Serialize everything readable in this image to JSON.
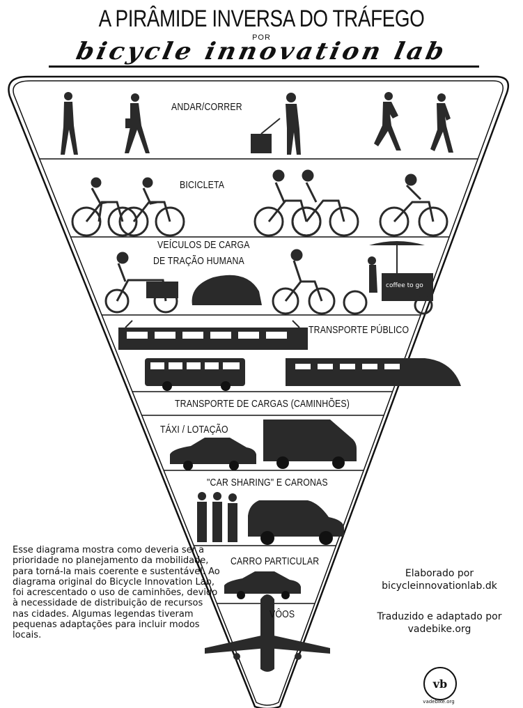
{
  "header": {
    "title": "A PIRÂMIDE INVERSA DO TRÁFEGO",
    "by": "POR",
    "brand": "bicycle innovation lab"
  },
  "bands": [
    {
      "label": "ANDAR/CORRER"
    },
    {
      "label": "BICICLETA"
    },
    {
      "label_line1": "VEÍCULOS DE CARGA",
      "label_line2": "DE TRAÇÃO HUMANA",
      "sign_text": "coffee to go"
    },
    {
      "label": "TRANSPORTE PÚBLICO"
    },
    {
      "label": "TRANSPORTE DE CARGAS (CAMINHÕES)"
    },
    {
      "label": "TÁXI / LOTAÇÃO"
    },
    {
      "label": "\"CAR SHARING\" E CARONAS"
    },
    {
      "label": "CARRO PARTICULAR"
    },
    {
      "label": "VÔOS"
    }
  ],
  "note": "Esse diagrama mostra como deveria ser a prioridade no planejamento da mobilidade, para torná-la mais coerente e sustentável. Ao diagrama original do Bicycle Innovation Lab, foi acrescentado o uso de caminhões, devido à necessidade de distribuição de recursos nas cidades. Algumas legendas tiveram pequenas adaptações para incluir modos locais.",
  "credits": {
    "made_by_label": "Elaborado por",
    "made_by_site": "bicycleinnovationlab.dk",
    "translated_label": "Traduzido e adaptado por",
    "translated_site": "vadebike.org"
  },
  "logo": {
    "mark": "vb",
    "caption": "vadebike.org"
  },
  "colors": {
    "ink": "#111111",
    "paper": "#ffffff",
    "vehicle_fill": "#2a2a2a"
  }
}
